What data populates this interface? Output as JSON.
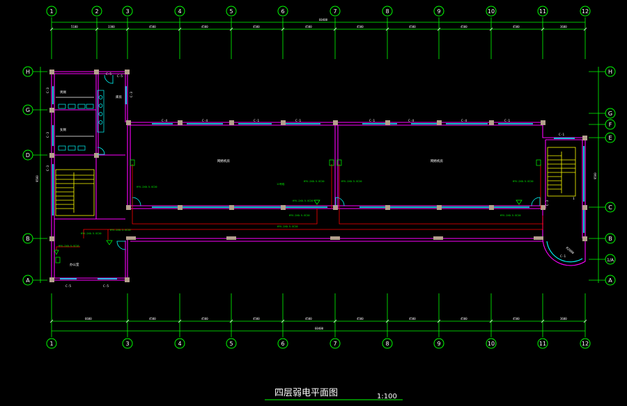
{
  "drawing": {
    "title": "四层弱电平面图",
    "scale": "1:100",
    "total_dimension": "60400",
    "total_dimension_left": "9500",
    "colors": {
      "background": "#000000",
      "grid": "#00ff00",
      "wall": "#ff00ff",
      "window": "#00ffff",
      "column": "#b4a08c",
      "cable": "#ff0000",
      "annotation": "#00ff00",
      "text": "#ffffff"
    },
    "axes": {
      "numbered": [
        "1",
        "2",
        "3",
        "4",
        "5",
        "6",
        "7",
        "8",
        "9",
        "10",
        "11",
        "12"
      ],
      "numbered_bottom": [
        "1",
        "3",
        "4",
        "5",
        "6",
        "7",
        "8",
        "9",
        "10",
        "11",
        "12"
      ],
      "lettered_left": [
        "H",
        "G",
        "D",
        "B",
        "A"
      ],
      "lettered_right": [
        "H",
        "G",
        "F",
        "E",
        "C",
        "B",
        "1/A",
        "A"
      ]
    },
    "dimensions_top": [
      "5100",
      "3300",
      "4500",
      "4500",
      "4500",
      "4500",
      "4500",
      "4500",
      "4500",
      "4500",
      "3600"
    ],
    "dimensions_bottom": [
      "6600",
      "4500",
      "4500",
      "4500",
      "4500",
      "4500",
      "4500",
      "4500",
      "4500",
      "3600"
    ],
    "rooms": {
      "room_a": "网络机房",
      "room_b": "网络机房",
      "toilet_m": "男厕",
      "toilet_f": "女厕",
      "office": "办公室",
      "storage": "库房"
    },
    "window_tags": [
      "C-5",
      "C-3",
      "C-4",
      "C-4",
      "C-1",
      "C-1",
      "C-4",
      "C-1",
      "C-1",
      "C-4",
      "C-1",
      "C-3",
      "C-5",
      "C-5",
      "C-5",
      "C-3",
      "C-3",
      "C-1",
      "C-3"
    ],
    "cable_labels": {
      "c1": "HYV-2X0.5-SC20",
      "c2": "HYV-2X0.5-SC20",
      "c3": "HYV-2X0.5-SC20",
      "c4": "HYV-2X0.5-SC20",
      "c5": "HYV-2X0.5-SC20",
      "c6": "HYV-2X0.5-SC20",
      "c7": "HYV-2X0.5-SC20",
      "c8": "HYV-2X0.5-SC20",
      "c9": "HYV-2X0.5-SC20",
      "c10": "HYV-2X0.5-SC20",
      "c11": "HYV-2X0.5-SC20",
      "mark": "11号线"
    },
    "stair_number": "1",
    "curve_dimension": "R2000"
  }
}
